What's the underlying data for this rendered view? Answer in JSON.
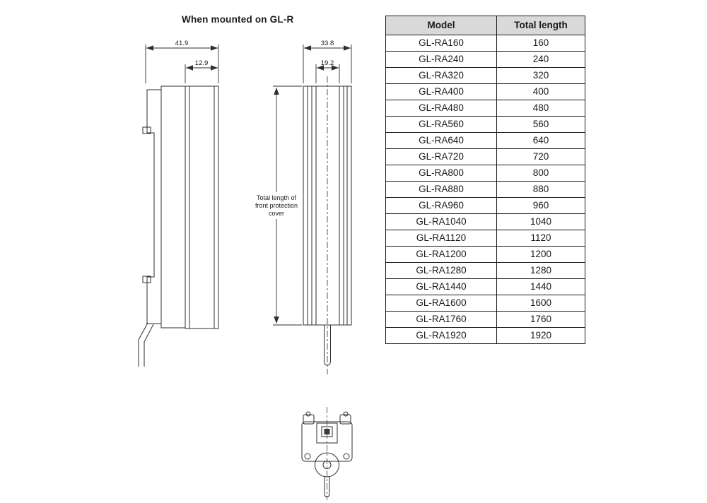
{
  "title": "When mounted on GL-R",
  "colors": {
    "table_header_bg": "#d9d9d9",
    "line_color": "#2e2e2e"
  },
  "drawing": {
    "side_view": {
      "dim_total_width": "41.9",
      "dim_cover_width": "12.9"
    },
    "front_view": {
      "dim_total_width": "33.8",
      "dim_inner_width": "19.2",
      "annotation_line1": "Total length of",
      "annotation_line2": "front protection",
      "annotation_line3": "cover"
    }
  },
  "table": {
    "headers": {
      "model": "Model",
      "total_length": "Total length"
    },
    "rows": [
      {
        "model": "GL-RA160",
        "length": "160"
      },
      {
        "model": "GL-RA240",
        "length": "240"
      },
      {
        "model": "GL-RA320",
        "length": "320"
      },
      {
        "model": "GL-RA400",
        "length": "400"
      },
      {
        "model": "GL-RA480",
        "length": "480"
      },
      {
        "model": "GL-RA560",
        "length": "560"
      },
      {
        "model": "GL-RA640",
        "length": "640"
      },
      {
        "model": "GL-RA720",
        "length": "720"
      },
      {
        "model": "GL-RA800",
        "length": "800"
      },
      {
        "model": "GL-RA880",
        "length": "880"
      },
      {
        "model": "GL-RA960",
        "length": "960"
      },
      {
        "model": "GL-RA1040",
        "length": "1040"
      },
      {
        "model": "GL-RA1120",
        "length": "1120"
      },
      {
        "model": "GL-RA1200",
        "length": "1200"
      },
      {
        "model": "GL-RA1280",
        "length": "1280"
      },
      {
        "model": "GL-RA1440",
        "length": "1440"
      },
      {
        "model": "GL-RA1600",
        "length": "1600"
      },
      {
        "model": "GL-RA1760",
        "length": "1760"
      },
      {
        "model": "GL-RA1920",
        "length": "1920"
      }
    ]
  }
}
